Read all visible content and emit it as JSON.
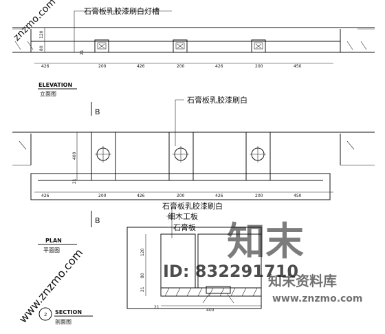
{
  "elevation": {
    "note": "石膏板乳胶漆刷白灯槽",
    "title_en": "ELEVATION",
    "title_cn": "立面图",
    "dims_bottom": [
      "426",
      "200",
      "426",
      "200",
      "426",
      "200",
      "450"
    ],
    "dims_left": [
      "120",
      "80"
    ],
    "dim_small": "21"
  },
  "plan": {
    "note": "石膏板乳胶漆刷白",
    "title_en": "PLAN",
    "title_cn": "平面图",
    "section_marker": "B",
    "dims_bottom": [
      "426",
      "200",
      "426",
      "200",
      "426",
      "200",
      "450"
    ],
    "dim_left": "400",
    "dim_small": "21"
  },
  "section": {
    "number": "2",
    "title_en": "SECTION",
    "title_cn": "剖面图",
    "notes": [
      "石膏板乳胶漆刷白",
      "细木工板",
      "石膏板"
    ],
    "dims_left": [
      "120",
      "80",
      "21"
    ],
    "dim_bottom": "400",
    "dim_bottom_small": "21"
  },
  "watermarks": {
    "logo_text": "知末",
    "id_text": "ID: 832291710",
    "site_cn": "知末资料库",
    "site_url": "www.znzmo.com",
    "diag_url": "www.znzmo.com",
    "corner_url": "znzmo.com"
  }
}
